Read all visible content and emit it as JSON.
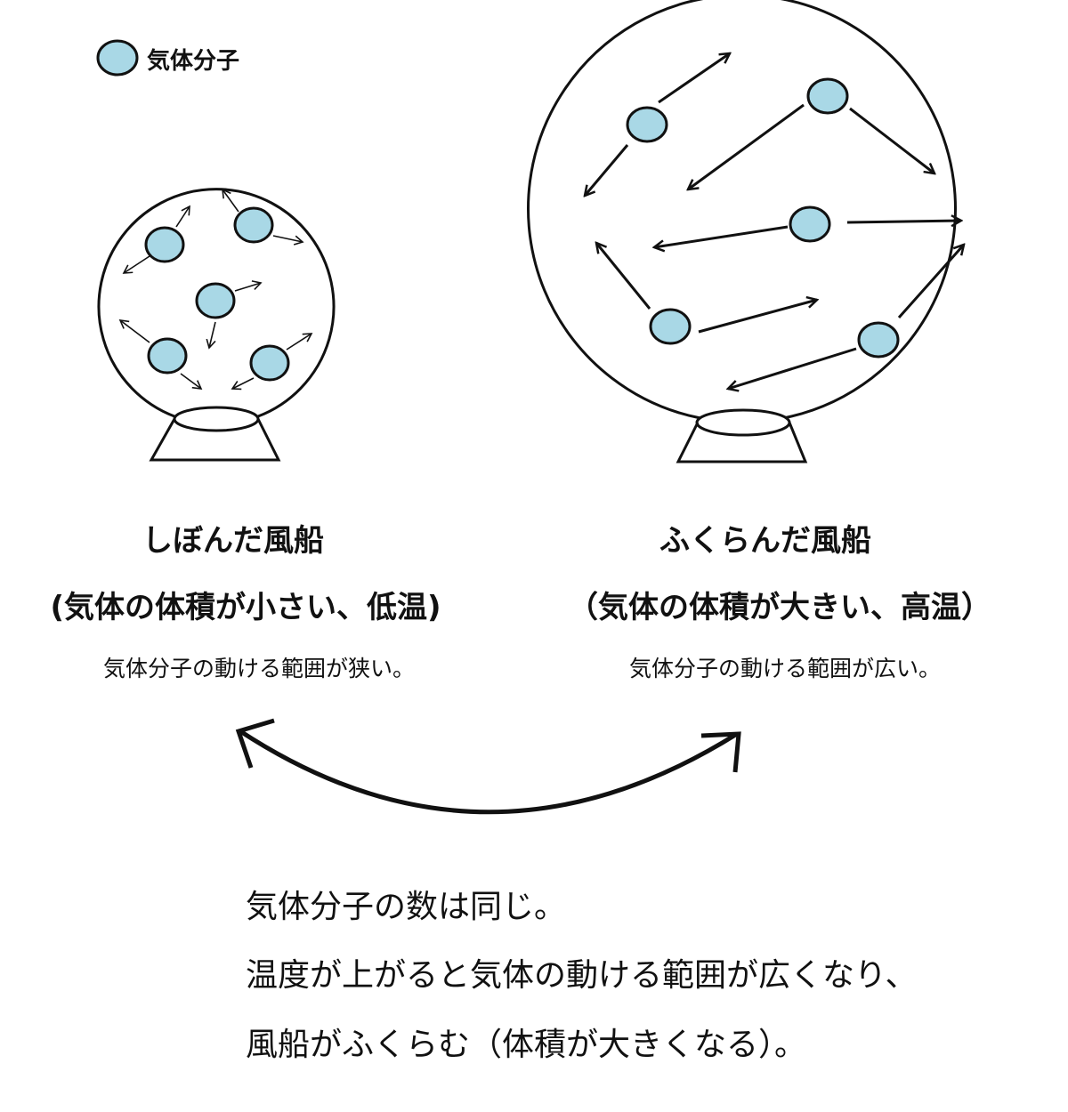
{
  "legend": {
    "label": "気体分子"
  },
  "left_balloon": {
    "title": "しぼんだ風船",
    "subtitle": "(気体の体積が小さい、低温)",
    "caption": "気体分子の動ける範囲が狭い。"
  },
  "right_balloon": {
    "title": "ふくらんだ風船",
    "subtitle": "（気体の体積が大きい、高温）",
    "caption": "気体分子の動ける範囲が広い。"
  },
  "notes": [
    "気体分子の数は同じ。",
    "温度が上がると気体の動ける範囲が広くなり、",
    "風船がふくらむ（体積が大きくなる）。"
  ],
  "colors": {
    "molecule_fill": "#a9d8e6",
    "stroke": "#111111"
  }
}
